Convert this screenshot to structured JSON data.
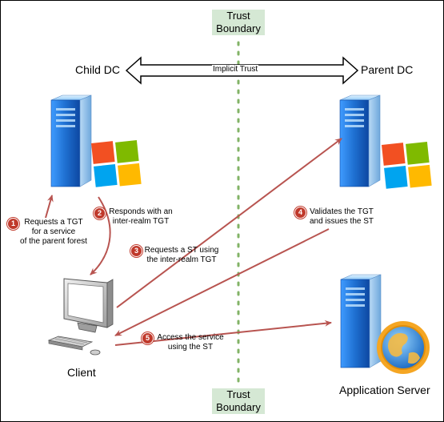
{
  "boundary": {
    "top_line1": "Trust",
    "top_line2": "Boundary",
    "bottom_line1": "Trust",
    "bottom_line2": "Boundary"
  },
  "trust": {
    "label": "Implicit Trust"
  },
  "nodes": {
    "child_dc": "Child DC",
    "parent_dc": "Parent DC",
    "client": "Client",
    "app_server": "Application Server"
  },
  "steps": [
    {
      "num": "1",
      "line1": "Requests a TGT",
      "line2": "for a service",
      "line3": "of the parent forest"
    },
    {
      "num": "2",
      "line1": "Responds with an",
      "line2": "inter-realm TGT"
    },
    {
      "num": "3",
      "line1": "Requests a ST using",
      "line2": "the inter-realm TGT"
    },
    {
      "num": "4",
      "line1": "Validates the TGT",
      "line2": "and issues the ST"
    },
    {
      "num": "5",
      "line1": "Access the service",
      "line2": "using the ST"
    }
  ],
  "colors": {
    "arrow": "#b85450",
    "boundary_fill": "#d5e8d4",
    "boundary_line": "#82b366",
    "server_blue": "#1e6fd0",
    "badge": "#c0392b"
  },
  "icons": [
    "server-icon",
    "windows-logo-icon",
    "computer-icon",
    "globe-icon"
  ]
}
